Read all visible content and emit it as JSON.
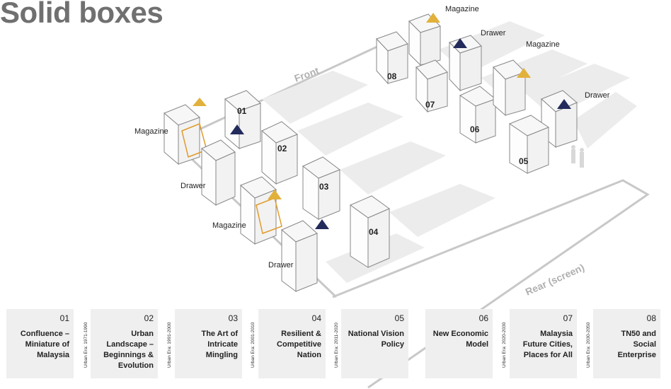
{
  "title": "Solid boxes",
  "floor_labels": {
    "front": "Front",
    "rear": "Rear (screen)"
  },
  "labels": {
    "magazine": "Magazine",
    "drawer": "Drawer"
  },
  "boxes": [
    "01",
    "02",
    "03",
    "04",
    "05",
    "06",
    "07",
    "08"
  ],
  "cards": [
    {
      "num": "01",
      "text": "Confluence – Miniature of Malaysia"
    },
    {
      "num": "02",
      "text": "Urban Landscape – Beginnings & Evolution"
    },
    {
      "num": "03",
      "text": "The Art of Intricate Mingling"
    },
    {
      "num": "04",
      "text": "Resilient & Competitive Nation"
    },
    {
      "num": "05",
      "text": "National Vision Policy"
    },
    {
      "num": "06",
      "text": "New Economic Model"
    },
    {
      "num": "07",
      "text": "Malaysia Future Cities, Places for All"
    },
    {
      "num": "08",
      "text": "TN50 and Social Enterprise"
    }
  ],
  "eras": [
    "Urban Era: 1971-1990",
    "Urban Era: 1991-2000",
    "Urban Era: 2001-2010",
    "Urban Era: 2011-2020",
    "Urban Era: 2020-2030",
    "Urban Era: 2030-2050"
  ],
  "colors": {
    "magazine": "#e2b13c",
    "drawer": "#232a5c",
    "card_bg": "#efefef",
    "title": "#707070"
  }
}
